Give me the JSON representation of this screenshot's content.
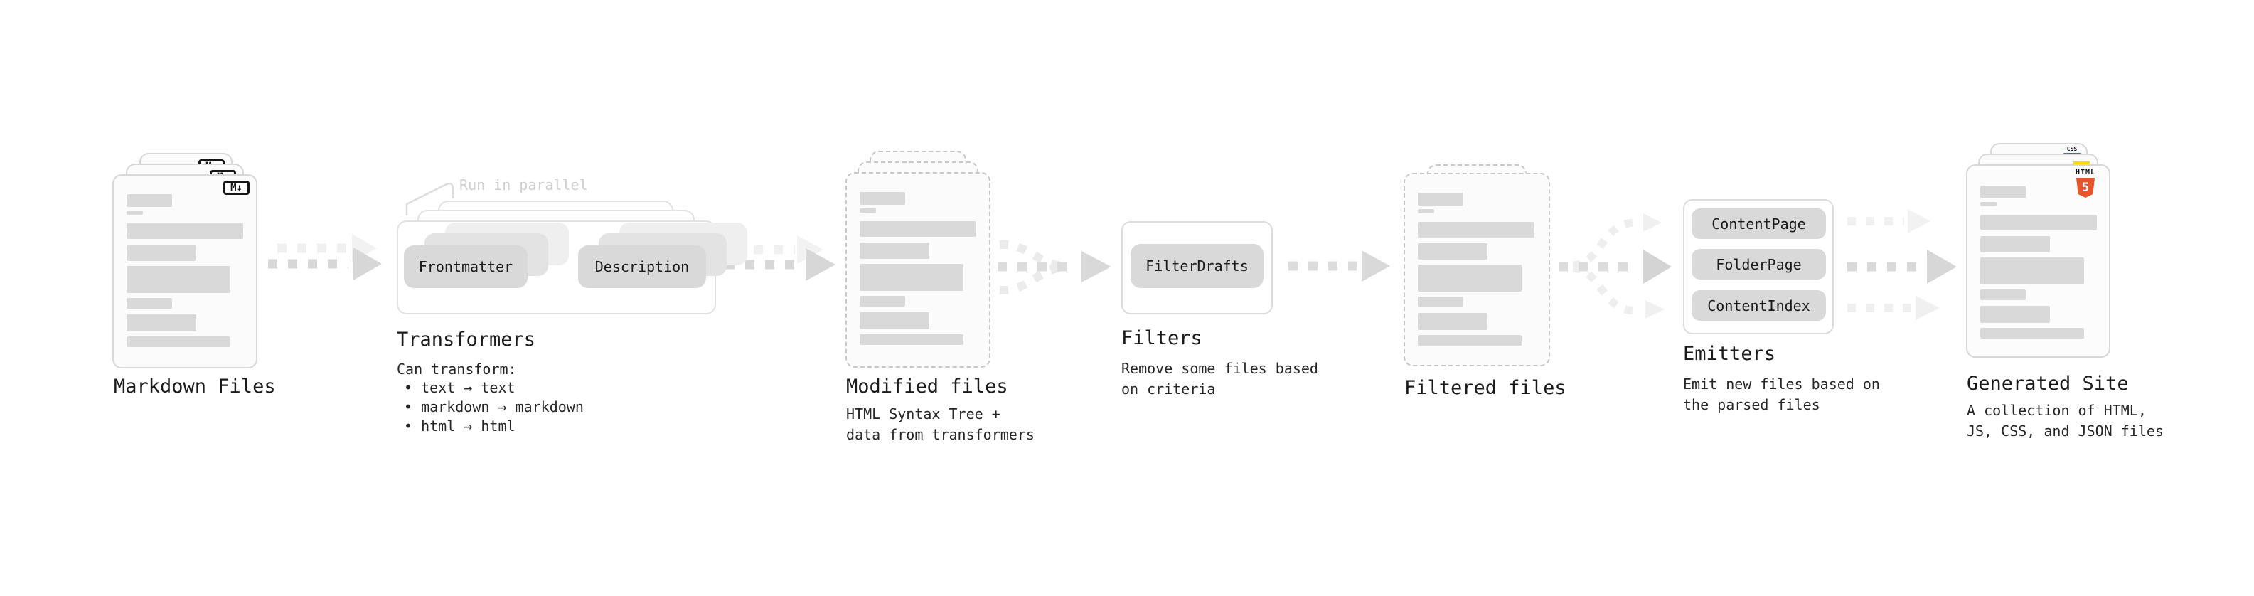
{
  "diagram": {
    "markdown_files": {
      "title": "Markdown Files",
      "badge": "M↓"
    },
    "transformers": {
      "annotation": "Run in parallel",
      "input_box": "Frontmatter",
      "output_box": "Description",
      "title": "Transformers",
      "subtitle": "Can transform:",
      "bullets": [
        "• text → text",
        "• markdown → markdown",
        "• html → html"
      ]
    },
    "modified_files": {
      "title": "Modified files",
      "description": "HTML Syntax Tree +\ndata from transformers"
    },
    "filters": {
      "box": "FilterDrafts",
      "title": "Filters",
      "description": "Remove some files based\non criteria"
    },
    "filtered_files": {
      "title": "Filtered files"
    },
    "emitters": {
      "boxes": [
        "ContentPage",
        "FolderPage",
        "ContentIndex"
      ],
      "title": "Emitters",
      "description": "Emit new files based on\nthe parsed files"
    },
    "generated_site": {
      "title": "Generated Site",
      "description": "A collection of HTML,\nJS, CSS, and JSON files",
      "badges": {
        "html_word": "HTML",
        "html_number": "5",
        "css_word": "CSS"
      }
    }
  },
  "colors": {
    "html5_orange": "#e8552d",
    "js_yellow": "#ffdd00",
    "css_blue": "#2b6fe3",
    "arrow_gray": "#d7d7d7",
    "skeleton_gray": "#d9d9d9"
  }
}
